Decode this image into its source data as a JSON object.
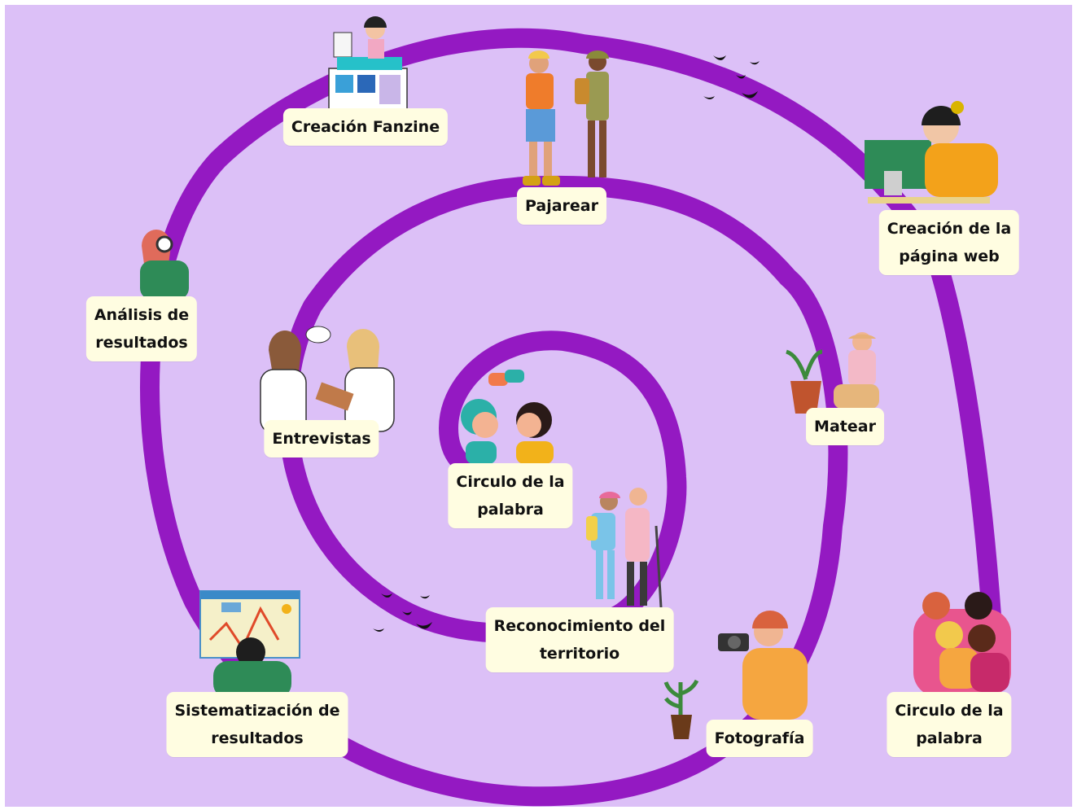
{
  "colors": {
    "background": "#dcc0f7",
    "spiral": "#9419c2",
    "label_bg": "#fffde1"
  },
  "labels": {
    "creacion_fanzine": [
      "Creación Fanzine"
    ],
    "pajarear": [
      "Pajarear"
    ],
    "creacion_pagina_web": [
      "Creación de la",
      "página web"
    ],
    "analisis_resultados": [
      "Análisis de",
      "resultados"
    ],
    "entrevistas": [
      "Entrevistas"
    ],
    "circulo_centro": [
      "Circulo de la",
      "palabra"
    ],
    "matear": [
      "Matear"
    ],
    "reconocimiento": [
      "Reconocimiento del",
      "territorio"
    ],
    "sistematizacion": [
      "Sistematización de",
      "resultados"
    ],
    "fotografia": [
      "Fotografía"
    ],
    "circulo_exterior": [
      "Circulo de la",
      "palabra"
    ]
  },
  "icons": {
    "fanzine": "fanzine-maker-icon",
    "birdwatchers": "binoculars-people-icon",
    "web": "laptop-woman-icon",
    "analysis": "magnifier-woman-icon",
    "interview": "interview-women-icon",
    "talk": "talking-women-icon",
    "mate": "gardening-woman-icon",
    "hikers": "hiking-women-icon",
    "dashboard": "dashboard-woman-icon",
    "photo": "photographer-icon",
    "plant": "potted-plant-icon",
    "group": "women-group-icon",
    "birds": "flying-birds-icon"
  }
}
